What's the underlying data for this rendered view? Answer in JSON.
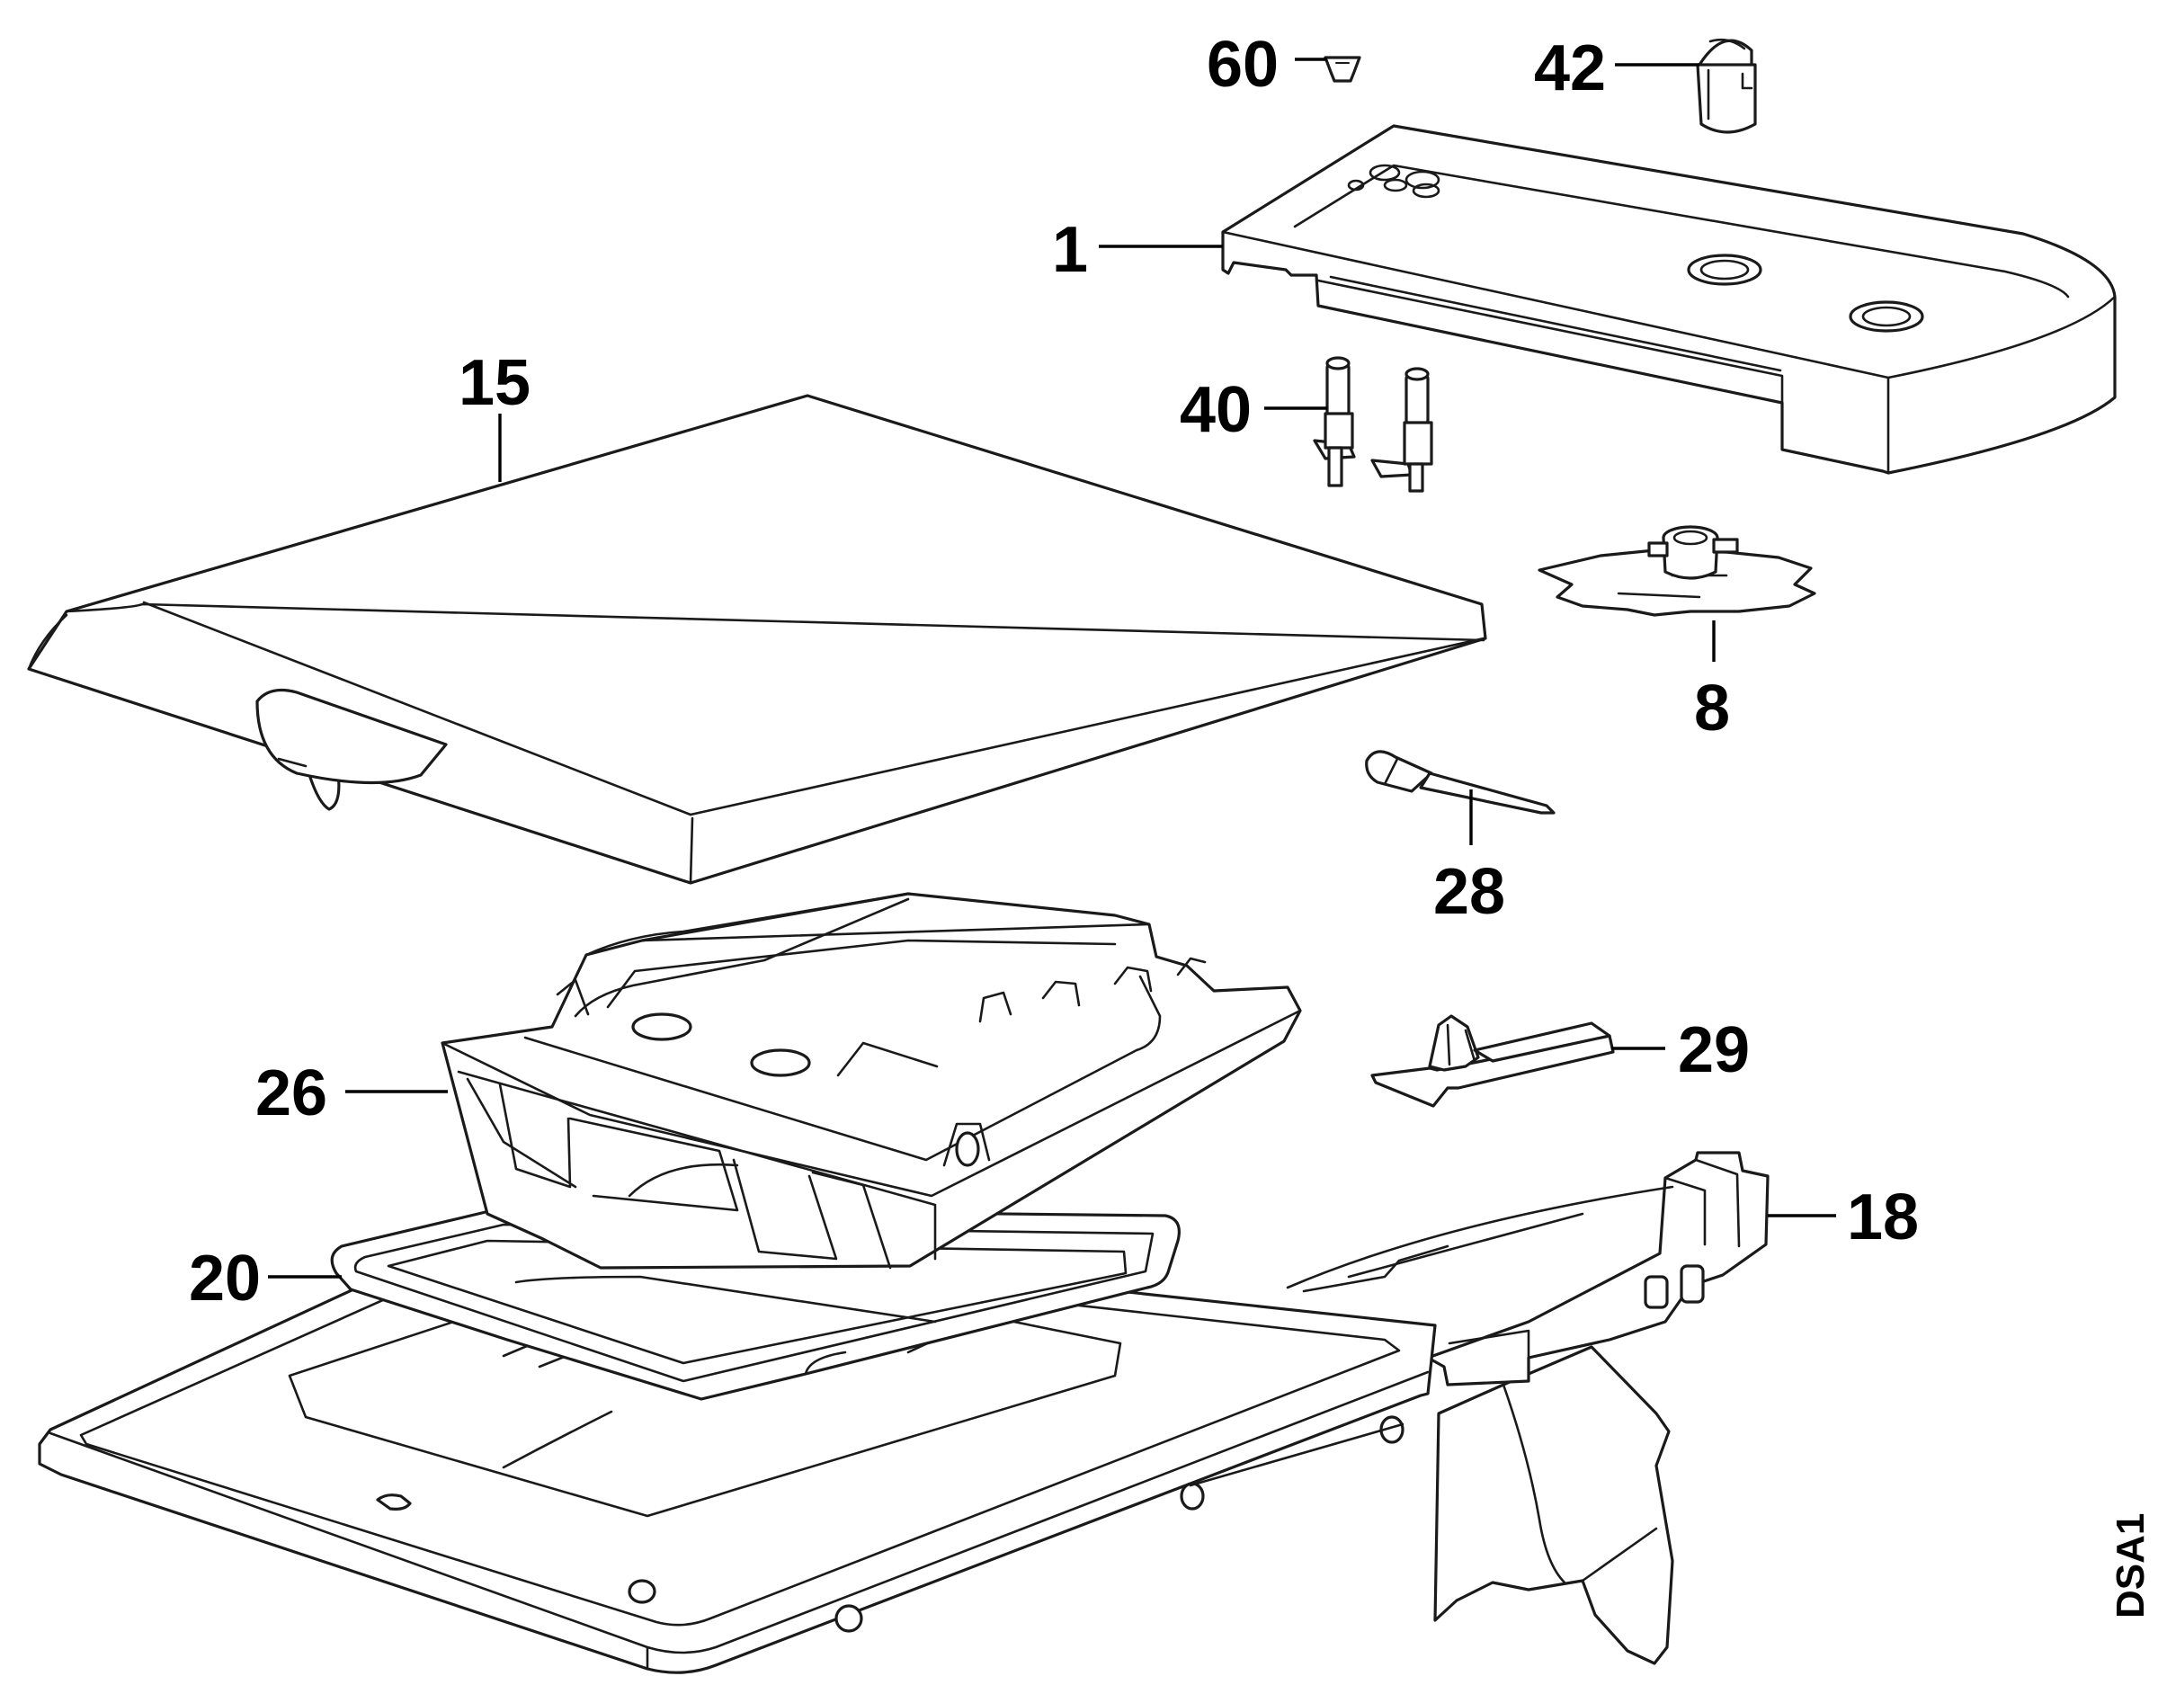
{
  "callouts": {
    "c60": "60",
    "c42": "42",
    "c1": "1",
    "c15": "15",
    "c40": "40",
    "c8": "8",
    "c28": "28",
    "c26": "26",
    "c29": "29",
    "c18": "18",
    "c20": "20"
  },
  "drawing_code": "DSA1"
}
